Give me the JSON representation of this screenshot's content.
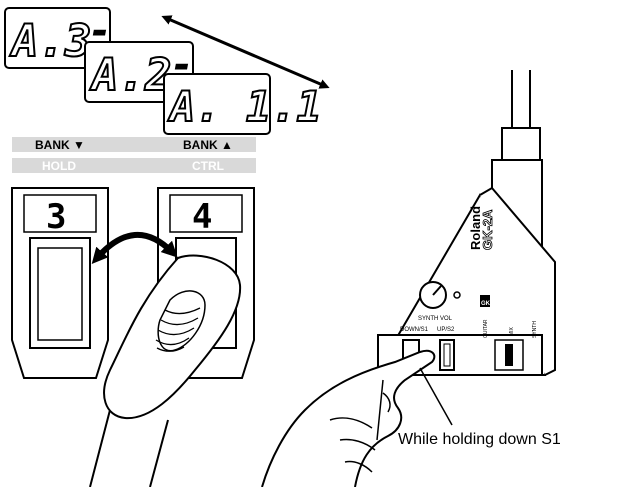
{
  "displays": [
    {
      "text": "A.3.",
      "suffix": "-"
    },
    {
      "text": "A.2.",
      "suffix": "-"
    },
    {
      "text": "A. 1.1",
      "suffix": ""
    }
  ],
  "bank_labels": {
    "left_top": "BANK ▼",
    "right_top": "BANK ▲",
    "left_bottom": "HOLD",
    "right_bottom": "CTRL"
  },
  "pedals": {
    "left_number": "3",
    "right_number": "4"
  },
  "device": {
    "brand": "Roland",
    "model": "GK-2A",
    "badge": "GK",
    "knob_label": "SYNTH VOL",
    "switch_labels": [
      "DOWN/S1",
      "UP/S2"
    ],
    "side_labels": [
      "GUITAR",
      "MIX",
      "SYNTH"
    ]
  },
  "caption": "While holding down S1",
  "colors": {
    "ink": "#000000",
    "bar": "#d9d9d9",
    "bar_text": "#c8c8c8",
    "paper": "#ffffff"
  }
}
